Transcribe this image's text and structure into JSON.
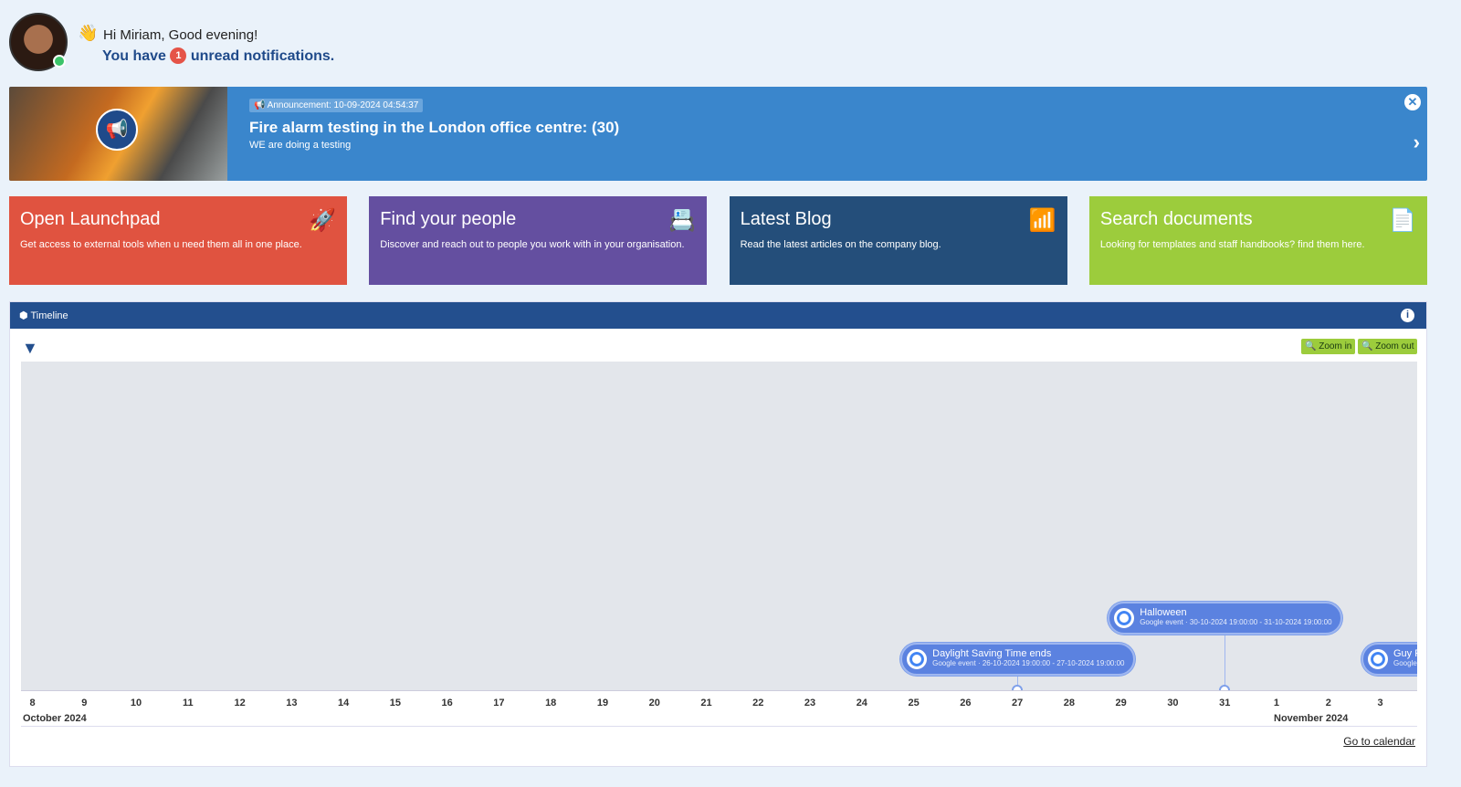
{
  "header": {
    "greeting": "Hi Miriam, Good evening!",
    "wave": "👋",
    "notif_prefix": "You have",
    "notif_count": "1",
    "notif_suffix": "unread notifications."
  },
  "announcement": {
    "tag": "📢 Announcement: 10-09-2024 04:54:37",
    "title": "Fire alarm testing in the London office centre: (30)",
    "subtitle": "WE are doing a testing",
    "close": "✕",
    "next": "›"
  },
  "cards": [
    {
      "title": "Open Launchpad",
      "desc": "Get access to external tools when u need them all in one place.",
      "icon": "rocket-icon",
      "glyph": "🚀",
      "color": "#e05340"
    },
    {
      "title": "Find your people",
      "desc": "Discover and reach out to people you work with in your organisation.",
      "icon": "contact-book-icon",
      "glyph": "📇",
      "color": "#644fa0"
    },
    {
      "title": "Latest Blog",
      "desc": "Read the latest articles on the company blog.",
      "icon": "rss-icon",
      "glyph": "📶",
      "color": "#244e7a"
    },
    {
      "title": "Search documents",
      "desc": "Looking for templates and staff handbooks? find them here.",
      "icon": "document-icon",
      "glyph": "📄",
      "color": "#9ccc3c"
    }
  ],
  "timeline": {
    "title": "⬢ Timeline",
    "info": "i",
    "filter": "▼",
    "zoom_in": "🔍 Zoom in",
    "zoom_out": "🔍 Zoom out",
    "go_to_calendar": "Go to calendar",
    "days": [
      "8",
      "9",
      "10",
      "11",
      "12",
      "13",
      "14",
      "15",
      "16",
      "17",
      "18",
      "19",
      "20",
      "21",
      "22",
      "23",
      "24",
      "25",
      "26",
      "27",
      "28",
      "29",
      "30",
      "31",
      "1",
      "2",
      "3"
    ],
    "months": [
      "October 2024",
      "November 2024"
    ],
    "events": [
      {
        "title": "Daylight Saving Time ends",
        "sub": "Google event · 26-10-2024 19:00:00 - 27-10-2024 19:00:00",
        "day_index": 19,
        "row": 0
      },
      {
        "title": "Halloween",
        "sub": "Google event · 30-10-2024 19:00:00 - 31-10-2024 19:00:00",
        "day_index": 23,
        "row": 1
      },
      {
        "title": "Guy Fawkes Night",
        "sub": "Google event",
        "day_index": 28,
        "row": 0
      }
    ]
  }
}
